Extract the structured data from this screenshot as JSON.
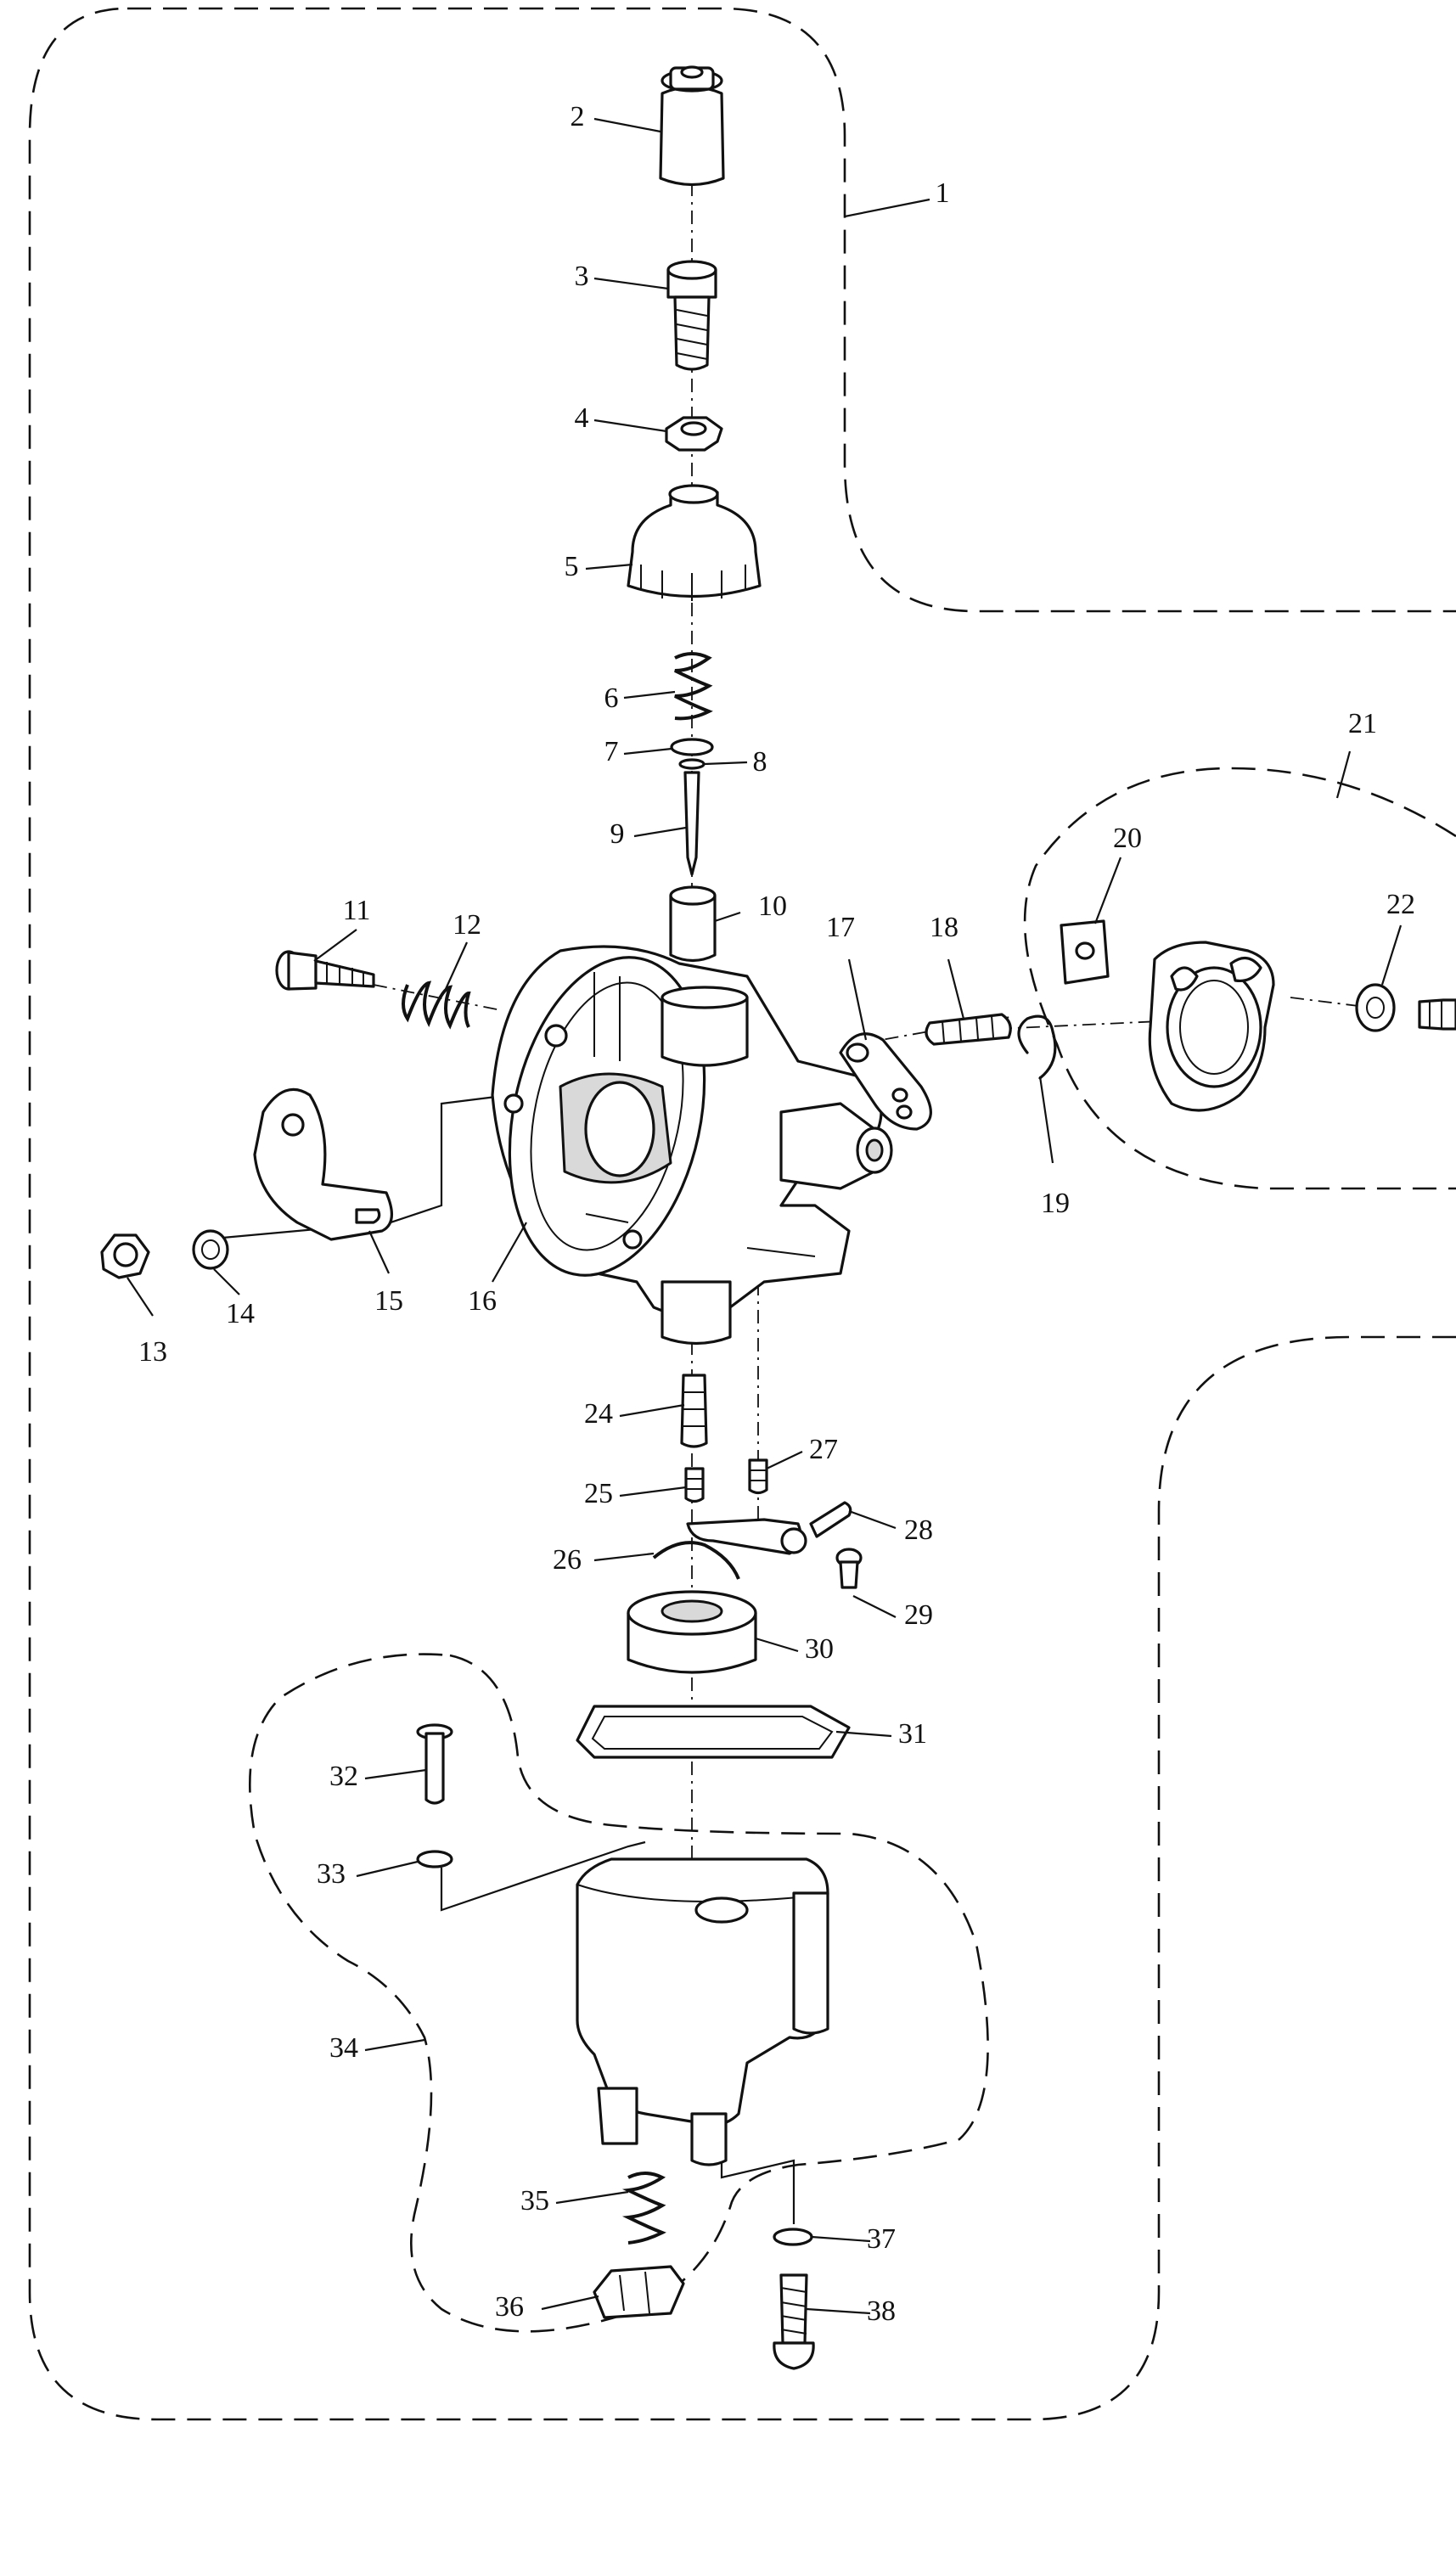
{
  "diagram": {
    "callouts": [
      "1",
      "2",
      "3",
      "4",
      "5",
      "6",
      "7",
      "8",
      "9",
      "10",
      "11",
      "12",
      "13",
      "14",
      "15",
      "16",
      "17",
      "18",
      "19",
      "20",
      "21",
      "22",
      "24",
      "25",
      "26",
      "27",
      "28",
      "29",
      "30",
      "31",
      "32",
      "33",
      "34",
      "35",
      "36",
      "37",
      "38"
    ]
  }
}
